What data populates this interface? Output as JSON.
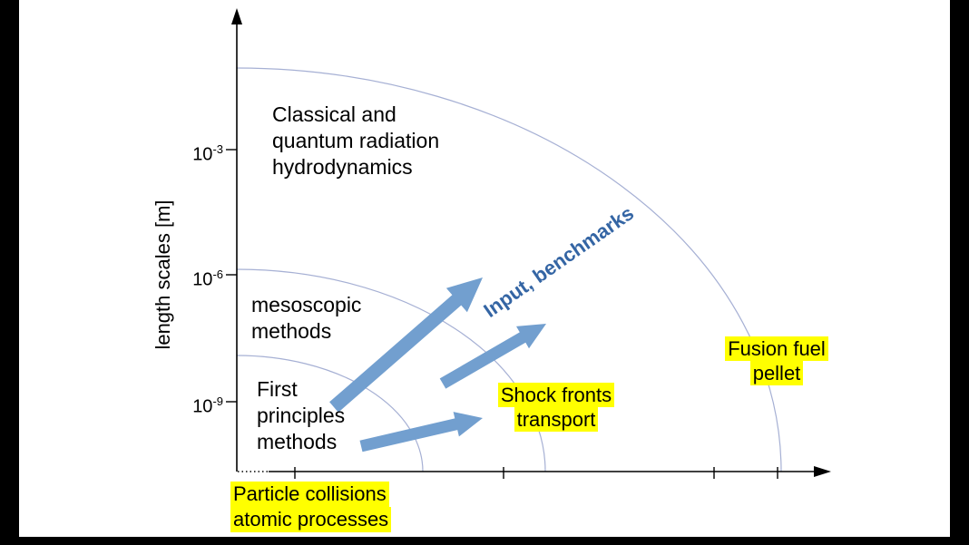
{
  "colors": {
    "background": "#ffffff",
    "frame_bars": "#000000",
    "axis": "#000000",
    "arc_blue": "#a6b0d4",
    "arrow_blue": "#729fcf",
    "benchmark_text_blue": "#3465a4",
    "highlight_yellow": "#ffff00"
  },
  "y_axis": {
    "label": "length scales [m]",
    "ticks": [
      {
        "base": "10",
        "exponent": "-3"
      },
      {
        "base": "10",
        "exponent": "-6"
      },
      {
        "base": "10",
        "exponent": "-9"
      }
    ]
  },
  "regions": {
    "classical": {
      "line1": "Classical and",
      "line2": "quantum radiation",
      "line3": "hydrodynamics"
    },
    "mesoscopic": {
      "line1": "mesoscopic",
      "line2": "methods"
    },
    "first_principles": {
      "line1": "First",
      "line2": "principles",
      "line3": "methods"
    }
  },
  "annotations": {
    "input_benchmarks": "Input, benchmarks",
    "shock_fronts": {
      "line1": "Shock fronts",
      "line2": "transport"
    },
    "fusion_pellet": {
      "line1": "Fusion fuel",
      "line2": "pellet"
    },
    "particle_collisions": {
      "line1": "Particle collisions",
      "line2": "atomic processes"
    }
  }
}
